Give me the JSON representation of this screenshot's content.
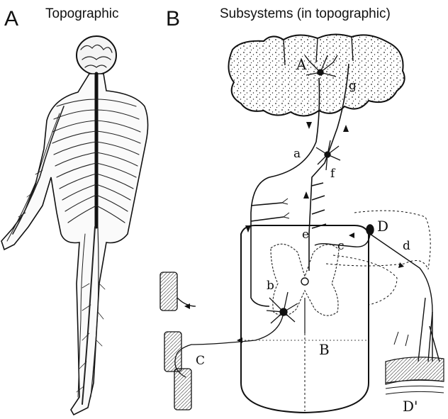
{
  "panels": [
    {
      "letter": "A",
      "title": "Topographic"
    },
    {
      "letter": "B",
      "title": "Subsystems (in topographic)"
    }
  ],
  "diagram_b_labels": {
    "cortex": "A",
    "upper_neuron": "g",
    "descending_axon": "a",
    "interneuron": "f",
    "entry_point": "e",
    "collateral": "c",
    "ganglion": "D",
    "sensory_fiber": "d",
    "motor_neuron": "b",
    "spinal_cord": "B",
    "motor_fiber": "C",
    "receptor": "D'"
  }
}
